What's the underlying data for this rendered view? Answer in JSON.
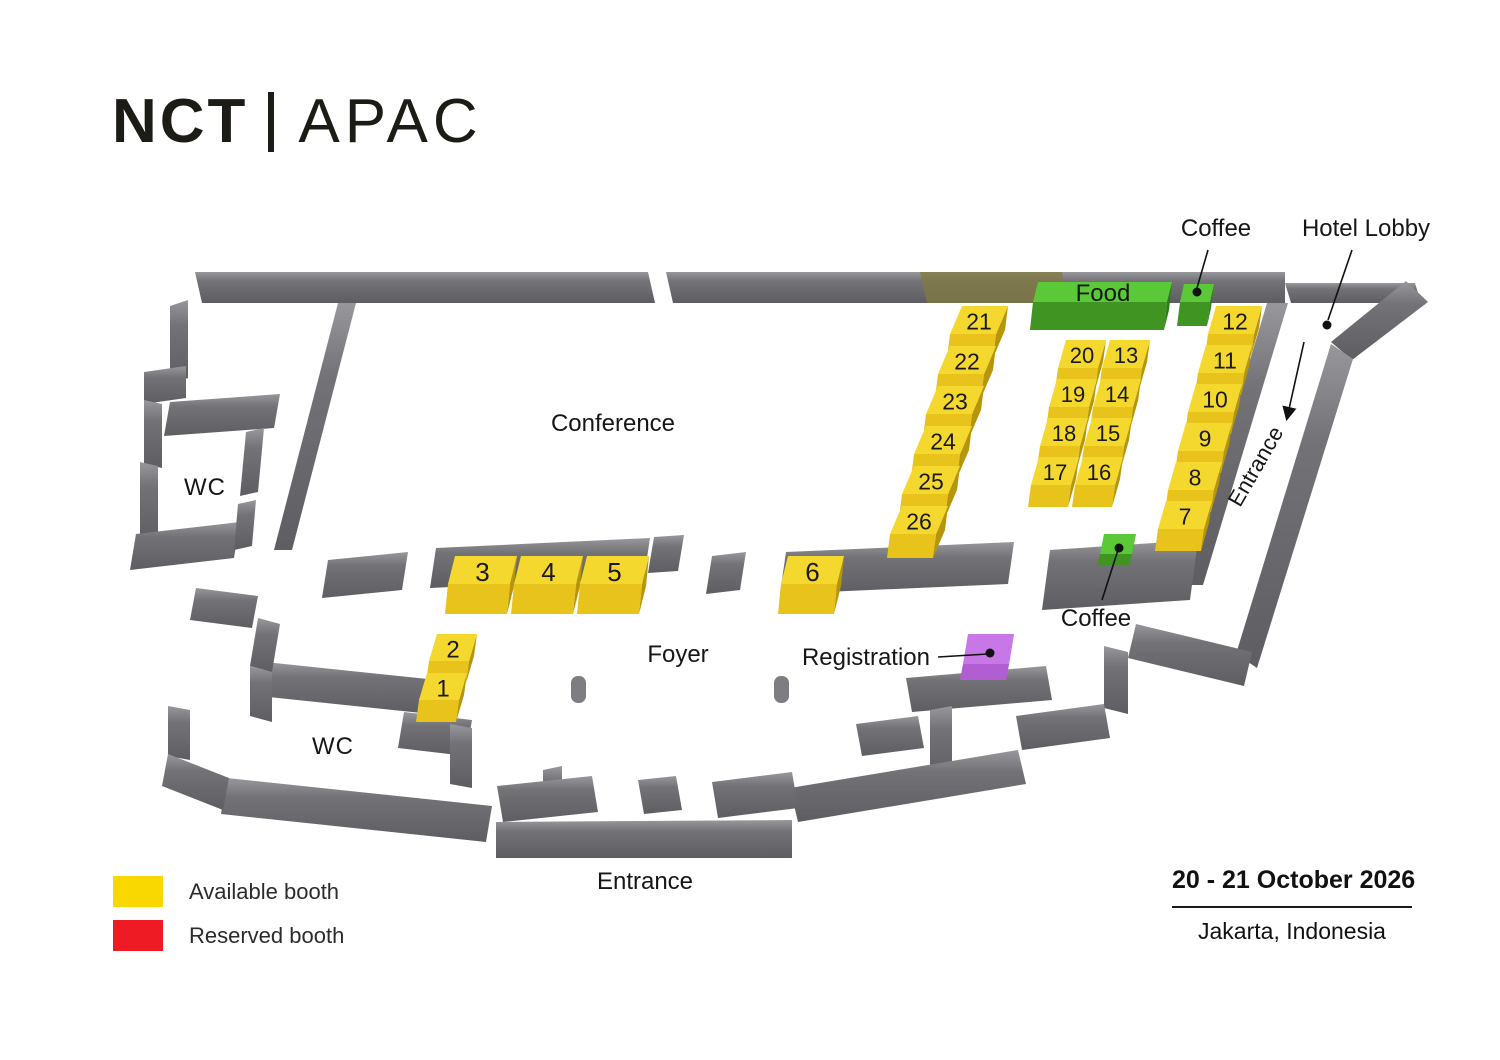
{
  "logo": {
    "brand": "NCT",
    "event": "APAC"
  },
  "map": {
    "rooms": {
      "conference": "Conference",
      "foyer": "Foyer",
      "wc_upper": "WC",
      "wc_lower": "WC",
      "entrance_main": "Entrance",
      "entrance_side": "Entrance",
      "hotel_lobby": "Hotel Lobby"
    },
    "stations": {
      "food": "Food",
      "coffee_upper": "Coffee",
      "coffee_lower": "Coffee",
      "registration": "Registration"
    },
    "booth_labels": [
      "1",
      "2",
      "3",
      "4",
      "5",
      "6",
      "7",
      "8",
      "9",
      "10",
      "11",
      "12",
      "13",
      "14",
      "15",
      "16",
      "17",
      "18",
      "19",
      "20",
      "21",
      "22",
      "23",
      "24",
      "25",
      "26"
    ],
    "colors": {
      "available_booth": "#F5D82E",
      "reserved_booth": "#EE1B24",
      "food_station": "#5BC838",
      "registration_desk": "#C878E6",
      "wall": "#77777B"
    }
  },
  "legend": {
    "items": [
      {
        "label": "Available booth",
        "color": "#F8D800"
      },
      {
        "label": "Reserved booth",
        "color": "#EE1B24"
      }
    ]
  },
  "event_info": {
    "dates": "20 - 21 October 2026",
    "location": "Jakarta, Indonesia"
  }
}
